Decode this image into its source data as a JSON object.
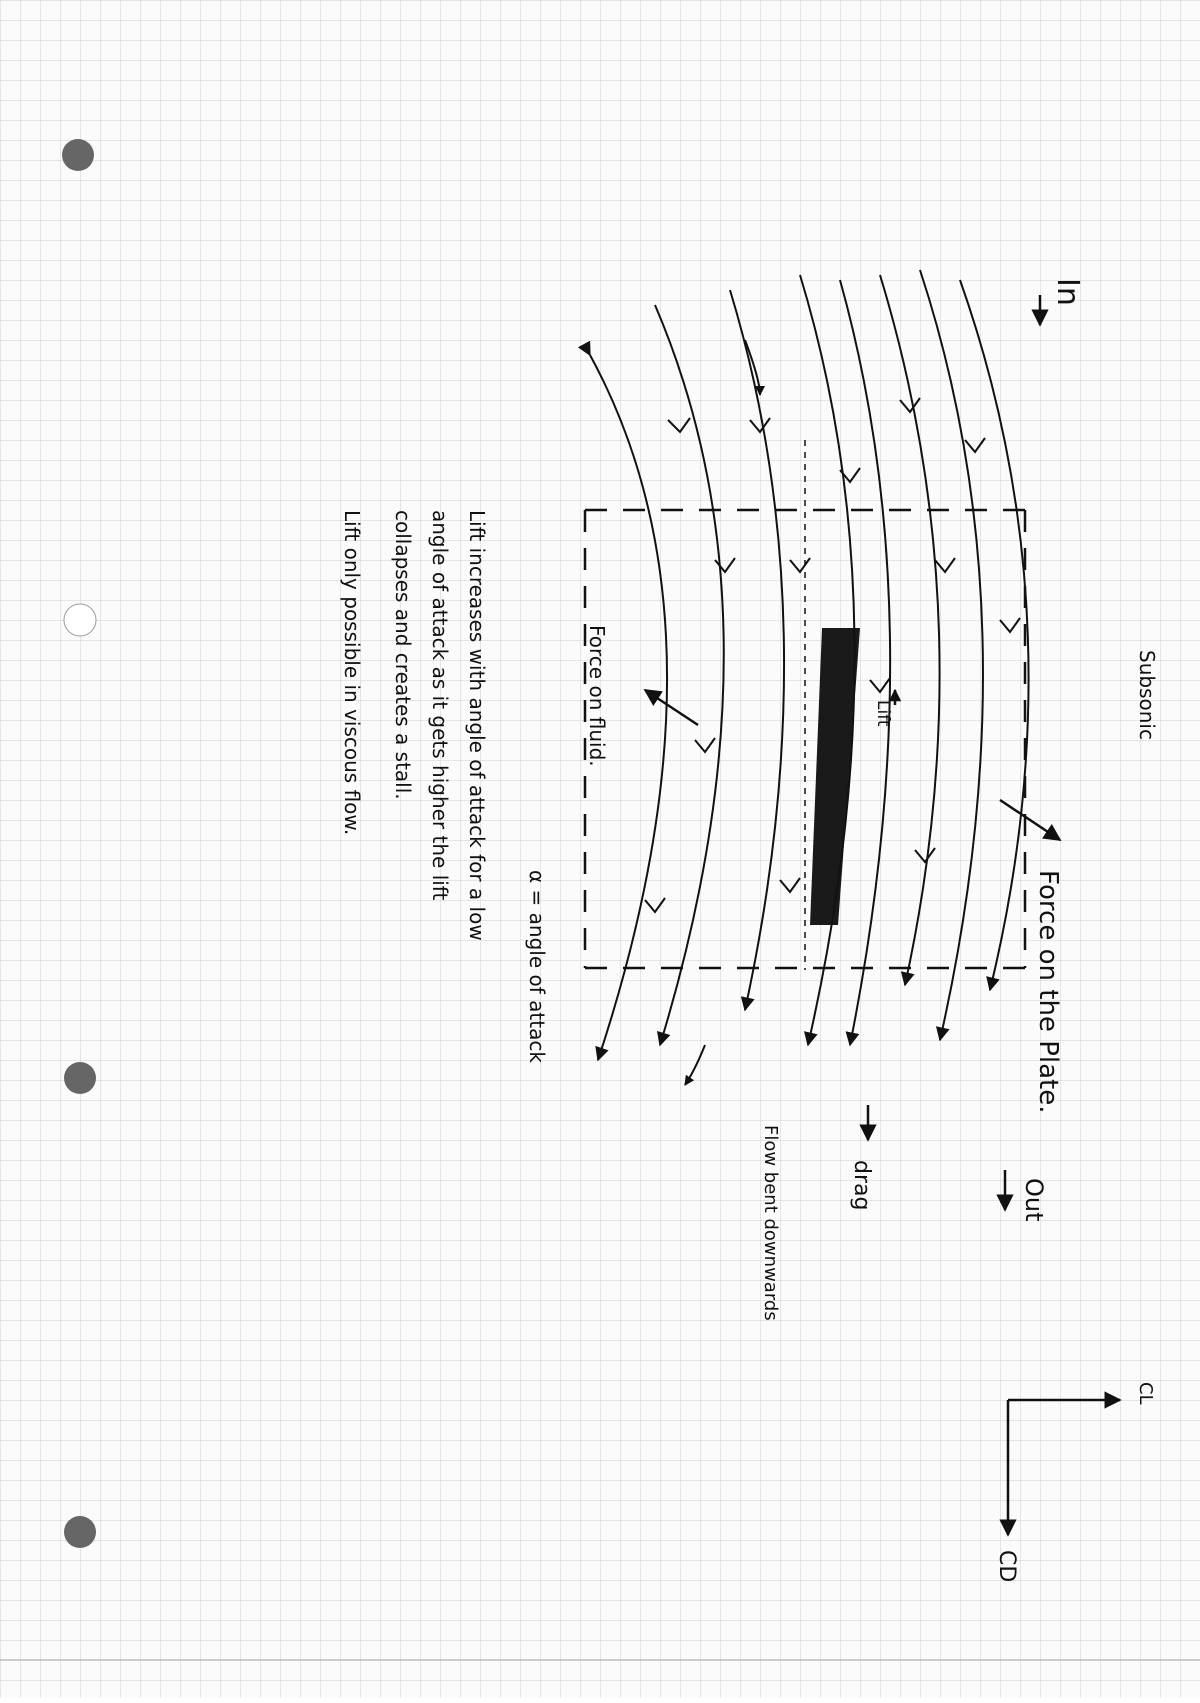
{
  "labels": {
    "subsonic": "Subsonic",
    "in": "In",
    "out": "Out",
    "force_on_plate": "Force on the Plate.",
    "force_on_fluid": "Force on fluid.",
    "lift": "Lift",
    "drag": "drag",
    "flow_bent": "Flow bent downwards",
    "alpha_def": "α = angle of attack",
    "cl": "CL",
    "cd": "CD"
  },
  "notes": [
    "Lift increases with angle of attack for a low",
    "angle of attack as it gets higher the lift",
    "collapses and creates a stall.",
    "Lift only possible in viscous flow."
  ],
  "colors": {
    "ink": "#111111",
    "grid": "#c9c9c9",
    "paper": "#fbfbfb"
  }
}
